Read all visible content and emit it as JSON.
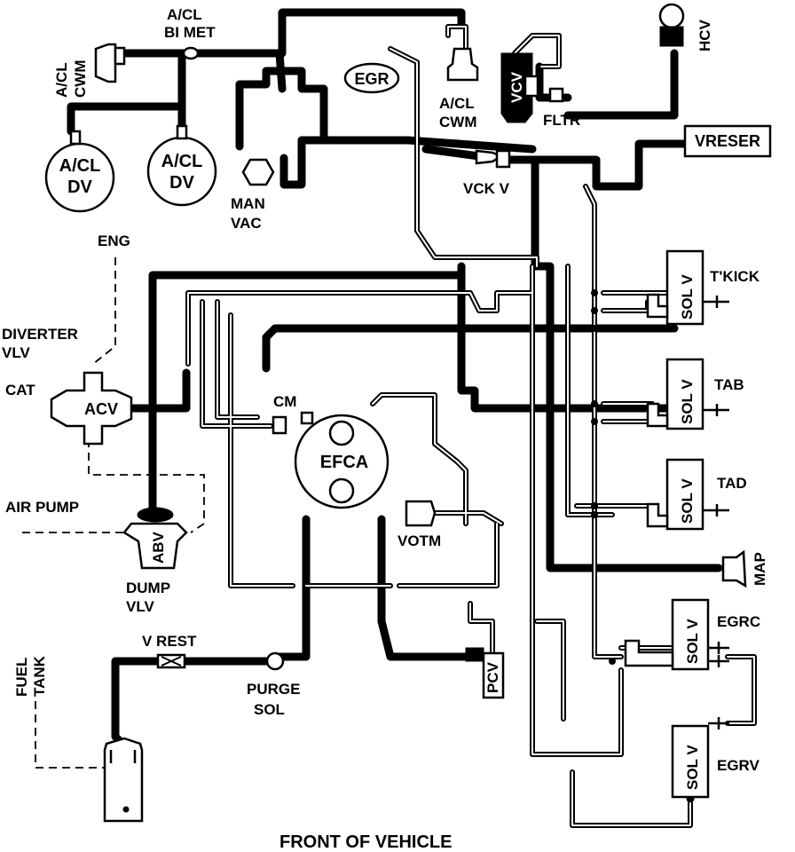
{
  "labels": {
    "acl_bimet": [
      "A/CL",
      "BI MET"
    ],
    "acl_cwm_left": [
      "A/CL",
      "CWM"
    ],
    "acl_dv_1": [
      "A/CL",
      "DV"
    ],
    "acl_dv_2": [
      "A/CL",
      "DV"
    ],
    "man_vac": [
      "MAN",
      "VAC"
    ],
    "egr": "EGR",
    "acl_cwm_top": [
      "A/CL",
      "CWM"
    ],
    "vcv": "VCV",
    "fltr": "FLTR",
    "hcv": "HCV",
    "vreser": "VRESER",
    "vck_v": "VCK V",
    "eng": "ENG",
    "diverter_vlv": [
      "DIVERTER",
      "VLV"
    ],
    "cat": "CAT",
    "acv": "ACV",
    "air_pump": "AIR PUMP",
    "abv": "ABV",
    "dump_vlv": [
      "DUMP",
      "VLV"
    ],
    "cm": "CM",
    "efca": "EFCA",
    "votm": "VOTM",
    "pcv": "PCV",
    "v_rest": "V REST",
    "purge_sol": [
      "PURGE",
      "SOL"
    ],
    "fuel_tank": [
      "FUEL",
      "TANK"
    ],
    "sol_v": "SOL V",
    "tkick": "T'KICK",
    "tab": "TAB",
    "tad": "TAD",
    "map": "MAP",
    "egrc": "EGRC",
    "egrv": "EGRV",
    "front": "FRONT OF VEHICLE"
  }
}
